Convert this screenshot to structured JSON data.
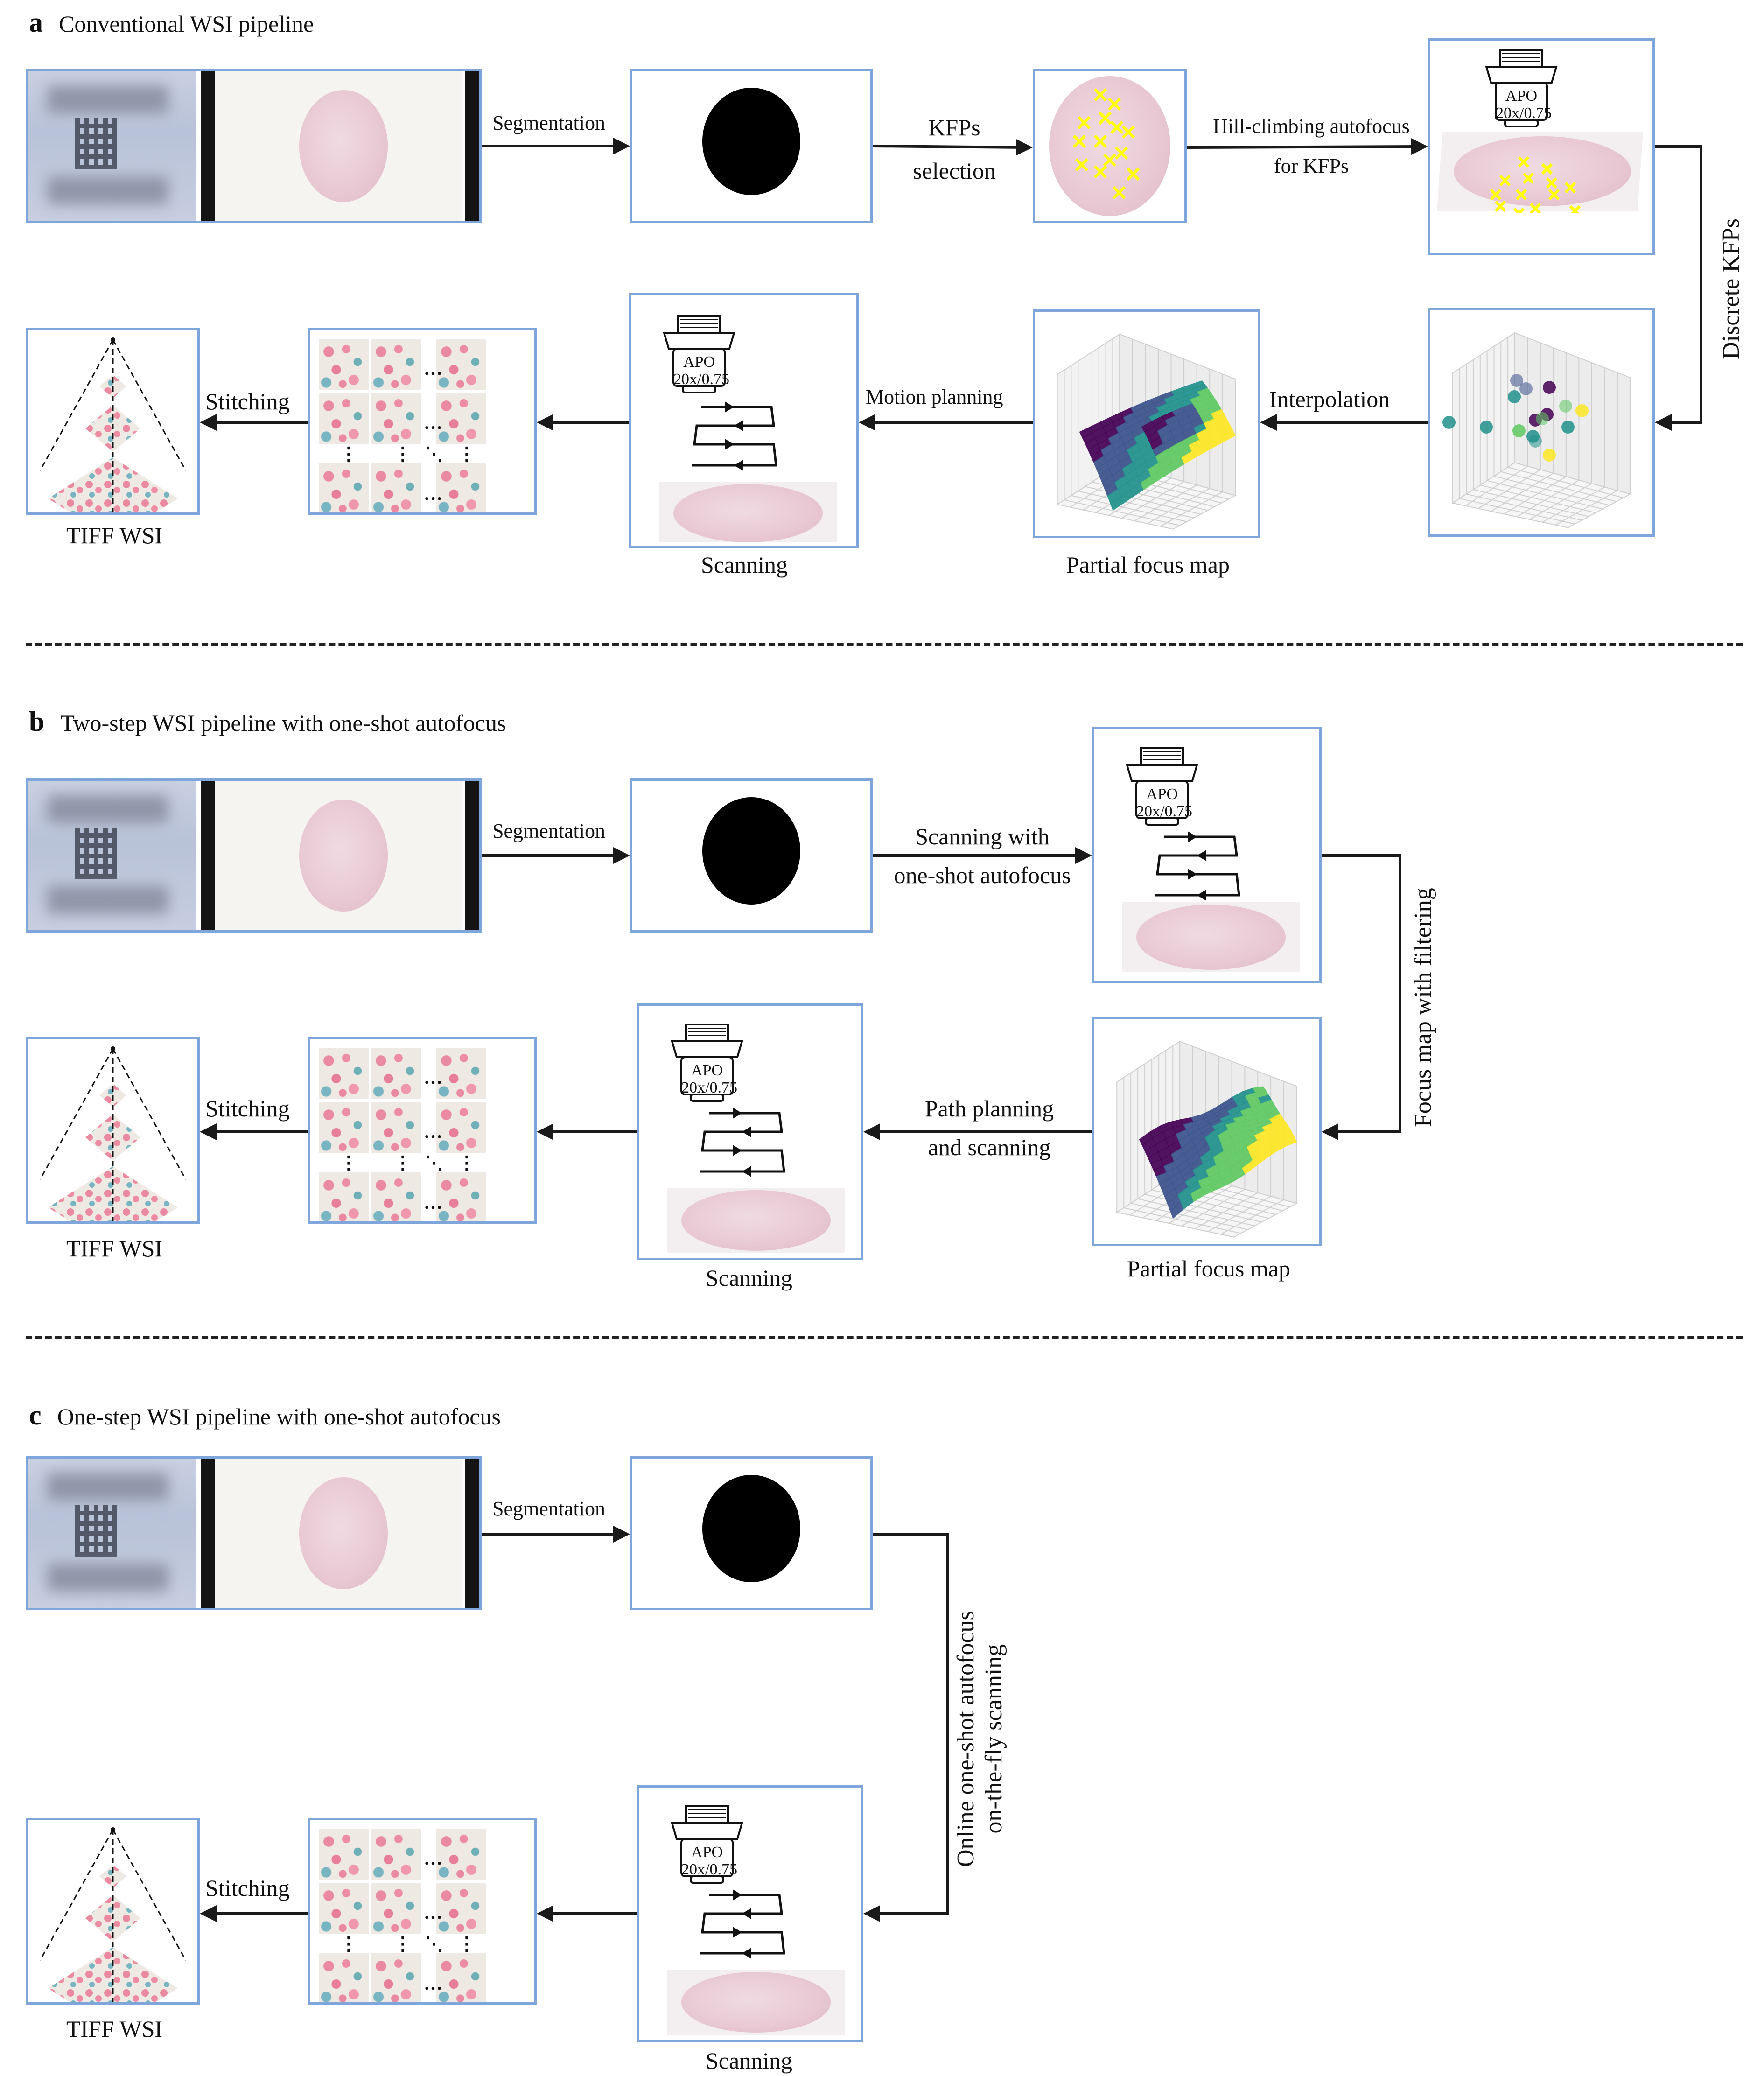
{
  "figure": {
    "sections": [
      {
        "letter": "a",
        "title": "Conventional WSI pipeline",
        "edges": {
          "segmentation": "Segmentation",
          "kfps_selection_line1": "KFPs",
          "kfps_selection_line2": "selection",
          "hill_climbing_line1": "Hill-climbing autofocus",
          "hill_climbing_line2": "for KFPs",
          "discrete_kfps": "Discrete KFPs",
          "interpolation": "Interpolation",
          "motion_planning": "Motion planning",
          "stitching": "Stitching"
        },
        "captions": {
          "focus_map": "Partial focus map",
          "scanning": "Scanning",
          "tiff": "TIFF WSI"
        }
      },
      {
        "letter": "b",
        "title": "Two-step WSI pipeline with one-shot autofocus",
        "edges": {
          "segmentation": "Segmentation",
          "scanning_with_line1": "Scanning with",
          "scanning_with_line2": "one-shot autofocus",
          "focus_map_filtering": "Focus map with filtering",
          "path_planning_line1": "Path planning",
          "path_planning_line2": "and scanning",
          "stitching": "Stitching"
        },
        "captions": {
          "focus_map": "Partial focus map",
          "scanning": "Scanning",
          "tiff": "TIFF WSI"
        }
      },
      {
        "letter": "c",
        "title": "One-step WSI pipeline with one-shot autofocus",
        "edges": {
          "segmentation": "Segmentation",
          "online_line1": "Online one-shot autofocus",
          "online_line2": "on-the-fly scanning",
          "stitching": "Stitching"
        },
        "captions": {
          "scanning": "Scanning",
          "tiff": "TIFF WSI"
        }
      }
    ],
    "objective": {
      "line1": "APO",
      "line2": "20x/0.75"
    },
    "grid_ellipsis": {
      "h": "…",
      "v": "⋮",
      "d": "⋱"
    },
    "colors": {
      "box_border": "#7ea6db",
      "kfp_marker": "#ffff00",
      "viridis": [
        "#440154",
        "#3b528b",
        "#21918c",
        "#5ec962",
        "#fde725"
      ]
    }
  }
}
